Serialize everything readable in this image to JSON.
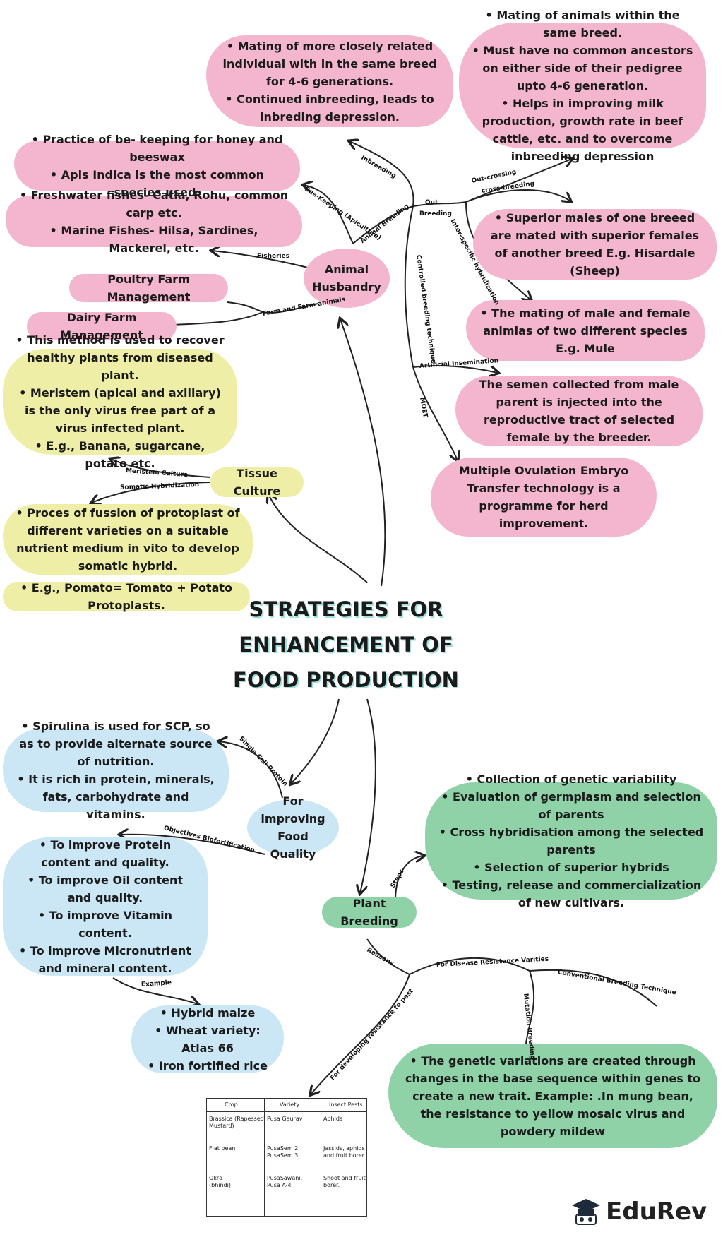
{
  "title": [
    "STRATEGIES FOR",
    "ENHANCEMENT OF",
    "FOOD PRODUCTION"
  ],
  "nodes": {
    "animal_husbandry": "Animal Husbandry",
    "tissue_culture": "Tissue Culture",
    "food_quality": "For improving Food Quality",
    "plant_breeding": "Plant Breeding",
    "poultry": "Poultry Farm Management",
    "dairy": "Dairy Farm Management"
  },
  "boxes": {
    "inbreeding": [
      "• Mating of more closely related individual with in the same breed for 4-6 generations.",
      "• Continued inbreeding, leads to inbreding depression."
    ],
    "outcrossing": [
      "• Mating of animals within the same breed.",
      "• Must have no common ancestors on either side of their pedigree upto 4-6 generation.",
      "• Helps in improving milk production, growth rate in beef cattle, etc. and to overcome inbreeding depression"
    ],
    "beekeeping": [
      "• Practice of be- keeping for honey and beeswax",
      "• Apis Indica is the most common species used."
    ],
    "fisheries": [
      "• Freshwater fishes- Catla, Rohu, common carp etc.",
      "• Marine Fishes- Hilsa, Sardines, Mackerel, etc."
    ],
    "crossbreeding": [
      "• Superior males of one breeed are mated with superior females of another breed E.g. Hisardale (Sheep)"
    ],
    "interspecific": [
      "• The mating of male and female animlas of two different species E.g. Mule"
    ],
    "artificial": [
      "The semen collected from male parent is injected into the reproductive tract of selected female by the breeder."
    ],
    "moet": [
      "Multiple Ovulation Embryo Transfer technology is a programme for herd improvement."
    ],
    "meristem": [
      "• This method is used to recover healthy plants from diseased plant.",
      "• Meristem (apical and axillary) is the only virus free part of a virus infected plant.",
      "• E.g., Banana, sugarcane, potato etc."
    ],
    "somatic": [
      "• Proces of fussion of protoplast of different varieties on a suitable nutrient medium in vito to develop somatic hybrid."
    ],
    "pomato": [
      "• E.g., Pomato= Tomato + Potato Protoplasts."
    ],
    "scp": [
      "• Spirulina is used for SCP, so as to provide alternate source of nutrition.",
      "• It is rich in protein, minerals, fats, carbohydrate and vitamins."
    ],
    "biofort": [
      "• To improve Protein content and quality.",
      "• To improve Oil content and quality.",
      "• To improve Vitamin content.",
      "• To improve Micronutrient and mineral content."
    ],
    "examples": [
      "• Hybrid maize",
      "• Wheat variety: Atlas 66",
      "• Iron fortified rice"
    ],
    "steps": [
      "• Collection of genetic variability",
      "• Evaluation of germplasm and selection of parents",
      "• Cross hybridisation among the selected parents",
      "• Selection of superior hybrids",
      "• Testing, release and commercialization of new cultivars."
    ],
    "mutation": [
      "• The genetic variations are created through changes in the base sequence within genes to create a new trait. Example: .In mung bean, the resistance to yellow mosaic virus and powdery mildew"
    ]
  },
  "labels": {
    "inbreeding": "Inbreeding",
    "animal_breeding": "Animal Breeding",
    "out_breeding_1": "Out",
    "out_breeding_2": "Breeding",
    "out_crossing": "Out-crossing",
    "cross_breeding": "cross-breeding",
    "inter_specific": "Inter-specific hybridization",
    "controlled": "Controlled breeding technique",
    "artificial": "Artificial Insemination",
    "moet": "MOET",
    "bee_keeping": "Bee-Keeping (Apiculture)",
    "fisheries": "Fisheries",
    "farm": "Farm and Farm animals",
    "meristem": "Meristem Culture",
    "somatic": "Somatic Hybridization",
    "scp": "Single Cell Protein",
    "biofort": "Objectives Biofortification",
    "example": "Example",
    "steps": "Steps",
    "reasons": "Reasons",
    "disease": "For Disease Resistance Varities",
    "conventional": "Conventional Breeding Technique",
    "mutation": "Mutation Breeding",
    "pest": "For developing resistance to pest"
  },
  "table": {
    "headers": [
      "Crop",
      "Variety",
      "Insect Pests"
    ],
    "rows": [
      [
        "Brassica (Rapessed Mustard)",
        "Pusa Gaurav",
        "Aphids"
      ],
      [
        "Flat bean",
        "PusaSem 2, PusaSem 3",
        "Jassids, aphids and fruit borer."
      ],
      [
        "Okra (bhindi)",
        "PusaSawani, Pusa A-4",
        "Shoot and fruit borer."
      ]
    ]
  },
  "brand": "EduRev",
  "colors": {
    "pink": "#f4b6cf",
    "yellow": "#eeeea6",
    "blue": "#cbe6f5",
    "green": "#8fd2a8",
    "title_shadow": "#9fe0dc"
  },
  "icons": [
    "graduation-cap-icon"
  ]
}
